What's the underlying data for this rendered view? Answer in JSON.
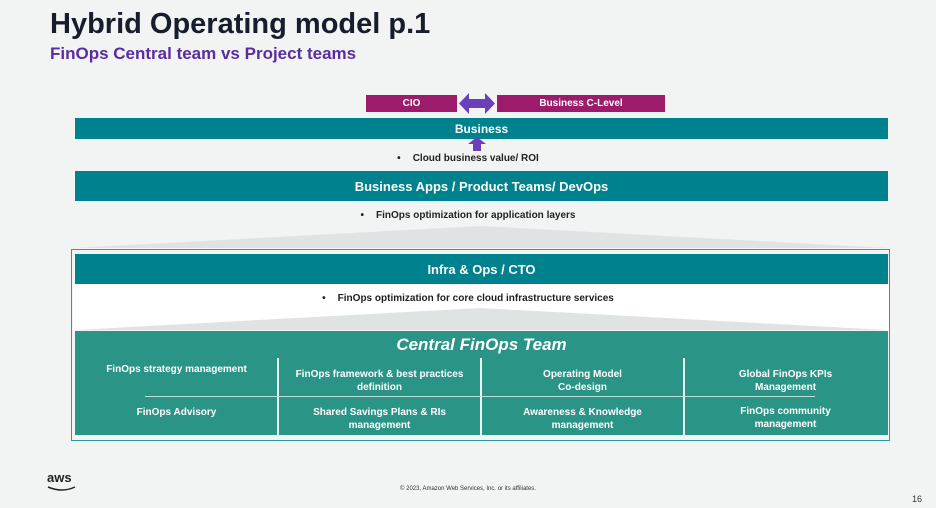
{
  "header": {
    "title": "Hybrid Operating model p.1",
    "subtitle": "FinOps Central team vs Project teams"
  },
  "top": {
    "cio": "CIO",
    "business_c_level": "Business C-Level",
    "business": "Business",
    "business_bullet": "Cloud business value/ ROI"
  },
  "apps": {
    "label": "Business Apps / Product Teams/ DevOps",
    "bullet": "FinOps optimization for application layers"
  },
  "infra": {
    "label": "Infra & Ops / CTO",
    "bullet": "FinOps optimization for core cloud infrastructure services"
  },
  "central": {
    "title": "Central FinOps Team",
    "cells": [
      "FinOps strategy management",
      "FinOps framework & best practices definition",
      "Operating Model Co-design",
      "Global FinOps KPIs Management",
      "FinOps Advisory",
      "Shared Savings Plans & RIs management",
      "Awareness & Knowledge management",
      "FinOps community management"
    ]
  },
  "colors": {
    "teal": "#00828e",
    "central_teal": "#2a9486",
    "magenta": "#9c1c6b",
    "arrow_purple": "#6a3fb8",
    "title": "#161e2d",
    "subtitle": "#5b2ca0"
  },
  "footer": {
    "logo": "aws",
    "copyright": "© 2023, Amazon Web Services, Inc. or its affiliates.",
    "page": "16"
  }
}
